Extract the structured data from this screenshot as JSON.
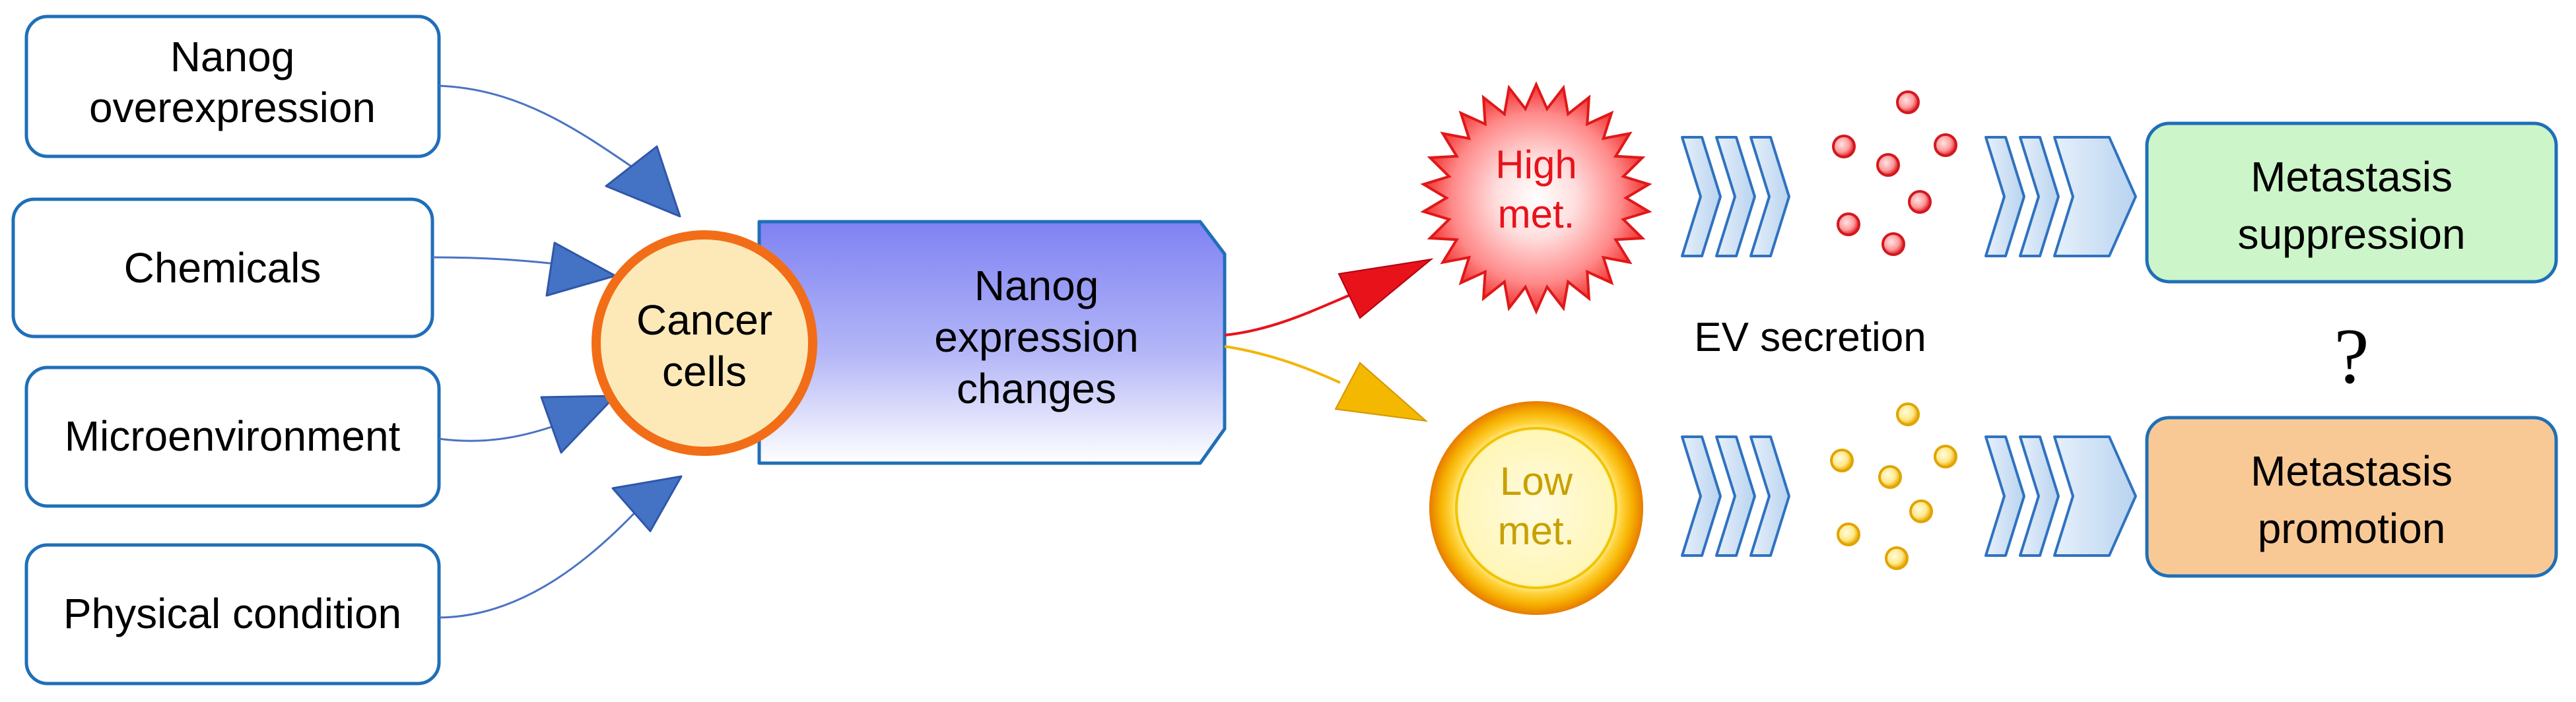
{
  "inputs": [
    {
      "lines": [
        "Nanog",
        "overexpression"
      ]
    },
    {
      "lines": [
        "Chemicals"
      ]
    },
    {
      "lines": [
        "Microenvironment"
      ]
    },
    {
      "lines": [
        "Physical condition"
      ]
    }
  ],
  "cancer_cells": {
    "lines": [
      "Cancer",
      "cells"
    ]
  },
  "nanog_changes": {
    "lines": [
      "Nanog",
      "expression",
      "changes"
    ]
  },
  "high_met": {
    "lines": [
      "High",
      "met."
    ]
  },
  "low_met": {
    "lines": [
      "Low",
      "met."
    ]
  },
  "ev_secretion": "EV secretion",
  "suppression": {
    "lines": [
      "Metastasis",
      "suppression"
    ]
  },
  "promotion": {
    "lines": [
      "Metastasis",
      "promotion"
    ]
  },
  "question_mark": "?",
  "colors": {
    "box_border": "#1f6fb8",
    "arrowhead": "#4472c4",
    "connector_line": "#4a73c4",
    "cell_fill": "#fde9b8",
    "cell_border": "#f26d17",
    "high_met_text": "#e8121b",
    "low_met_text": "#c8a000",
    "red_vesicle": "#e8343a",
    "yellow_vesicle": "#f5c518",
    "suppression_fill": "#ccf5c9",
    "promotion_fill": "#f9c995",
    "chevron_fill": "#cfe2f5",
    "chevron_border": "#2f72c0"
  }
}
